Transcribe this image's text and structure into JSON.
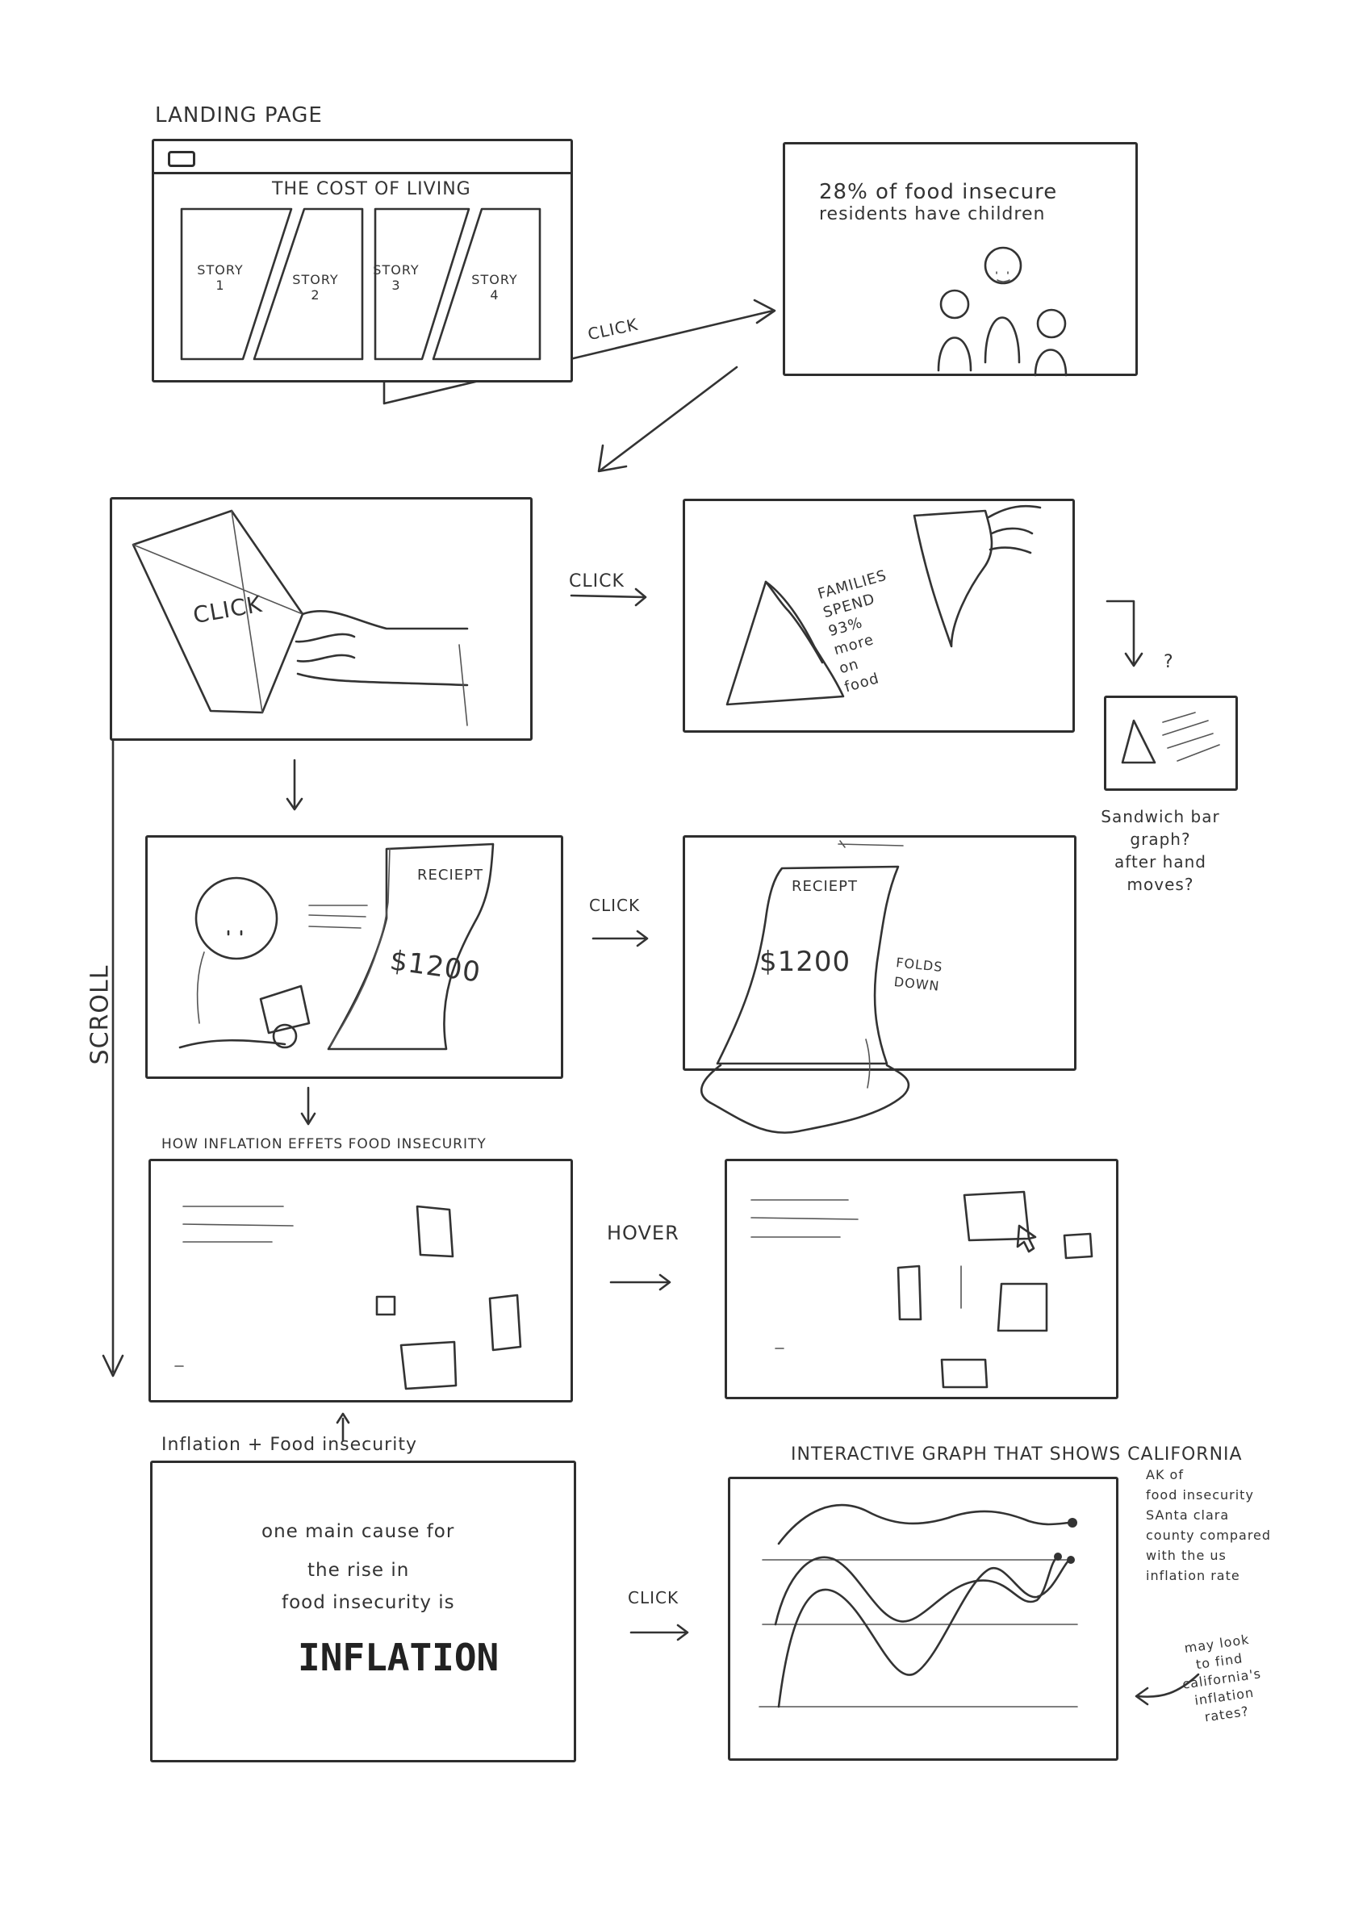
{
  "landing": {
    "label": "LANDING PAGE",
    "title": "THE COST OF LIVING",
    "stories": [
      {
        "label": "STORY",
        "num": "1"
      },
      {
        "label": "STORY",
        "num": "2"
      },
      {
        "label": "STORY",
        "num": "3"
      },
      {
        "label": "STORY",
        "num": "4"
      }
    ]
  },
  "arrows": {
    "click_landing": "CLICK",
    "click_bag": "CLICK",
    "click_receipt": "CLICK",
    "hover": "HOVER",
    "click_inflation": "CLICK",
    "scroll": "SCROLL"
  },
  "stat_frame": {
    "line1": "28% of food insecure",
    "line2": "residents have children"
  },
  "bag_frame": {
    "text": "CLICK"
  },
  "sandwich_frame": {
    "text_lines": [
      "FAMILIES",
      "SPEND",
      "93%",
      "more",
      "on",
      "food"
    ]
  },
  "sandwich_note": {
    "q": "?",
    "lines": [
      "Sandwich bar",
      "graph?",
      "after hand",
      "moves?"
    ]
  },
  "receipt_frame": {
    "title": "RECIEPT",
    "amount": "$1200"
  },
  "receipt_fold_frame": {
    "title": "RECIEPT",
    "amount": "$1200",
    "note_lines": [
      "FOLDS",
      "DOWN"
    ]
  },
  "inflation_effects": {
    "label": "HOW INFLATION EFFETS FOOD INSECURITY"
  },
  "inflation_frame": {
    "label": "Inflation + Food insecurity",
    "lines": [
      "one main cause for",
      "the rise in",
      "food insecurity is"
    ],
    "big": "INFLATION"
  },
  "graph_frame": {
    "label": "INTERACTIVE GRAPH THAT SHOWS CALIFORNIA",
    "side_lines": [
      "AK of",
      "food insecurity",
      "SAnta clara",
      "county compared",
      "with the us",
      "inflation rate"
    ],
    "note_lines": [
      "may look",
      "to find",
      "california's",
      "inflation",
      "rates?"
    ]
  }
}
